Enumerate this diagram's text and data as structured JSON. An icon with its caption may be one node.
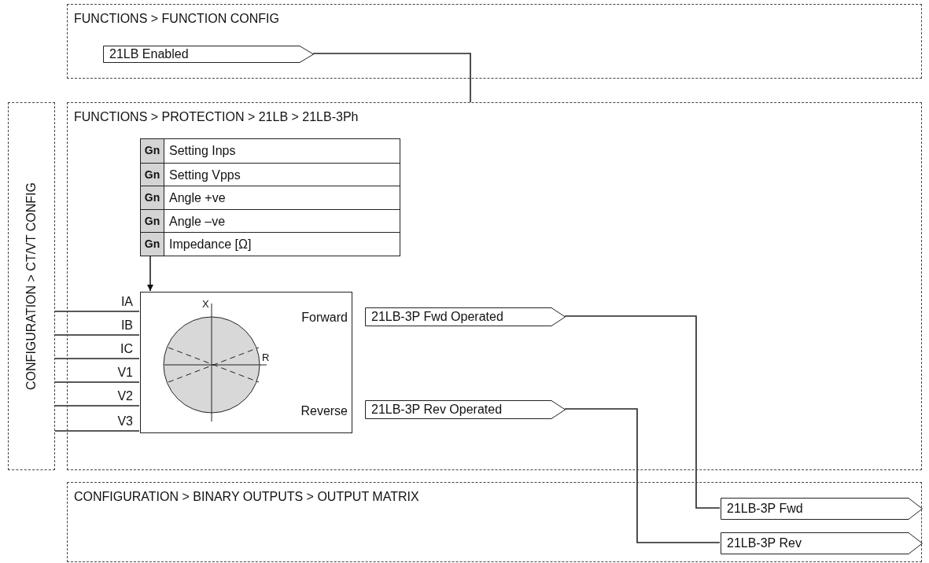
{
  "diagram": {
    "nodes": [
      {
        "text": [
          "FUNCTIONS > FUNCTION CONFIG"
        ]
      },
      {
        "text": [
          "21LB Enabled"
        ],
        "in": 0
      },
      {
        "text": [
          "CONFIGURATION > CT/VT CONFIG"
        ]
      },
      {
        "text": [
          "FUNCTIONS > PROTECTION > 21LB > 21LB-3Ph"
        ]
      },
      {
        "text": [
          "Gn",
          "Setting Inps",
          "Gn",
          "Setting Vpps",
          "Gn",
          "Angle +ve",
          "Gn",
          "Angle –ve",
          "Gn",
          "Impedance [Ω]"
        ],
        "in": 3
      },
      {
        "text": [
          "X",
          "R",
          "Forward",
          "Reverse"
        ],
        "in": 3
      },
      {
        "text": [
          "21LB-3P Fwd Operated"
        ],
        "in": 3
      },
      {
        "text": [
          "21LB-3P Rev Operated"
        ],
        "in": 3
      },
      {
        "text": [
          "CONFIGURATION > BINARY OUTPUTS > OUTPUT MATRIX"
        ]
      },
      {
        "text": [
          "21LB-3P Fwd"
        ],
        "in": 8
      },
      {
        "text": [
          "21LB-3P Rev"
        ],
        "in": 8
      }
    ],
    "edges": [
      {
        "from": 1,
        "to": 3,
        "arrow": "none"
      },
      {
        "from": 4,
        "to": 5,
        "arrow": "to"
      },
      {
        "from": 2,
        "to": 5,
        "arrow": "none",
        "label": "IA"
      },
      {
        "from": 2,
        "to": 5,
        "arrow": "none",
        "label": "IB"
      },
      {
        "from": 2,
        "to": 5,
        "arrow": "none",
        "label": "IC"
      },
      {
        "from": 2,
        "to": 5,
        "arrow": "none",
        "label": "V1"
      },
      {
        "from": 2,
        "to": 5,
        "arrow": "none",
        "label": "V2"
      },
      {
        "from": 2,
        "to": 5,
        "arrow": "none",
        "label": "V3"
      },
      {
        "from": 6,
        "to": 9,
        "arrow": "none"
      },
      {
        "from": 7,
        "to": 10,
        "arrow": "none"
      }
    ]
  }
}
